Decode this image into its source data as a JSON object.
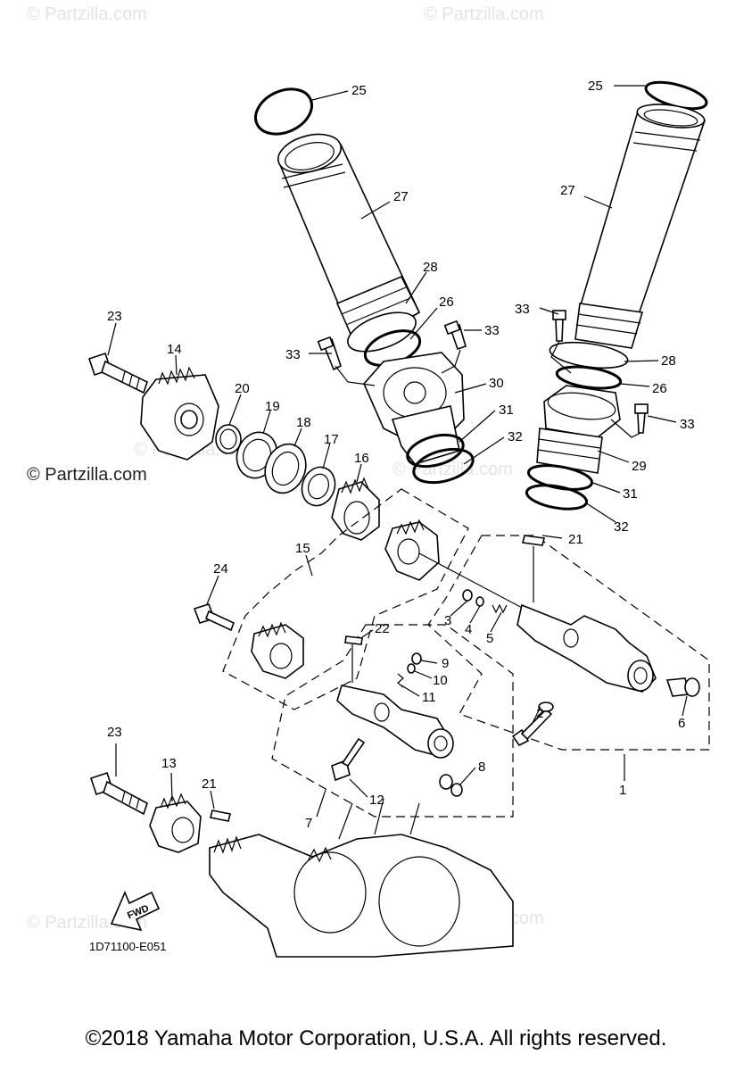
{
  "diagram": {
    "code": "1D71100-E051",
    "fwd_label": "FWD",
    "watermark": "© Partzilla.com",
    "watermark_left": "© Partzilla.com",
    "copyright": "©2018 Yamaha Motor Corporation, U.S.A. All rights reserved."
  },
  "labels": {
    "l25a": "25",
    "l25b": "25",
    "l27a": "27",
    "l27b": "27",
    "l28a": "28",
    "l28b": "28",
    "l26a": "26",
    "l26b": "26",
    "l33a": "33",
    "l33b": "33",
    "l33c": "33",
    "l33d": "33",
    "l30": "30",
    "l31a": "31",
    "l31b": "31",
    "l32a": "32",
    "l32b": "32",
    "l29": "29",
    "l23a": "23",
    "l23b": "23",
    "l14": "14",
    "l20": "20",
    "l19": "19",
    "l18": "18",
    "l17": "17",
    "l16": "16",
    "l15": "15",
    "l21a": "21",
    "l21b": "21",
    "l24": "24",
    "l22": "22",
    "l3": "3",
    "l4": "4",
    "l5": "5",
    "l9": "9",
    "l10": "10",
    "l11": "11",
    "l2": "2",
    "l6": "6",
    "l8": "8",
    "l12": "12",
    "l7": "7",
    "l1": "1",
    "l13": "13"
  }
}
